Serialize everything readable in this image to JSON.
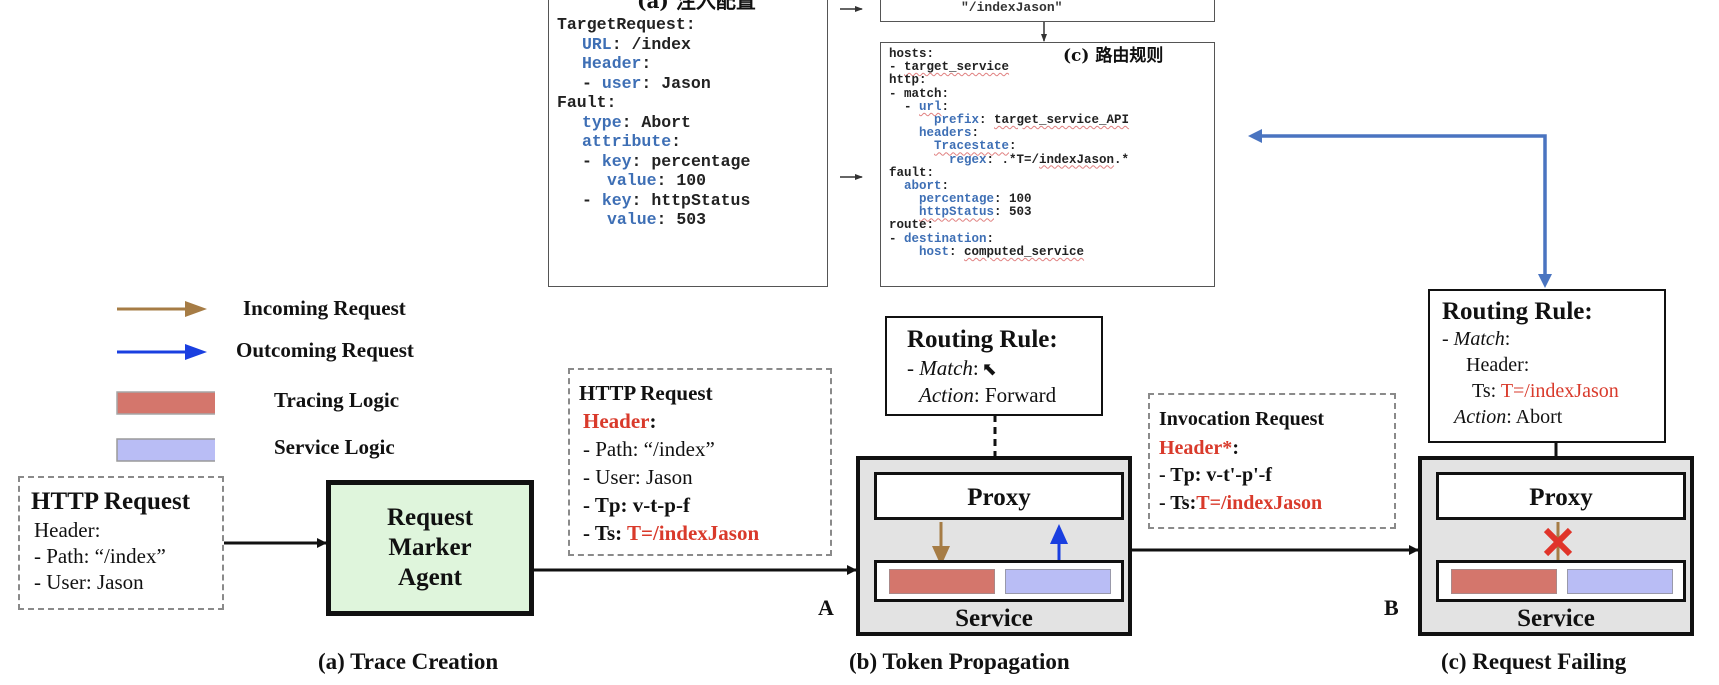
{
  "top_cut_text": "",
  "config_panel": {
    "title": "(a) 注入配置",
    "lines": [
      {
        "parts": [
          {
            "t": "TargetRequest:",
            "c": "k"
          }
        ],
        "indent": 0
      },
      {
        "parts": [
          {
            "t": "URL",
            "c": "b"
          },
          {
            "t": ": /index",
            "c": "k"
          }
        ],
        "indent": 1
      },
      {
        "parts": [
          {
            "t": "Header",
            "c": "b"
          },
          {
            "t": ":",
            "c": "k"
          }
        ],
        "indent": 1
      },
      {
        "parts": [
          {
            "t": "- ",
            "c": "k"
          },
          {
            "t": "user",
            "c": "b"
          },
          {
            "t": ": Jason",
            "c": "k"
          }
        ],
        "indent": 1
      },
      {
        "parts": [
          {
            "t": "Fault:",
            "c": "k"
          }
        ],
        "indent": 0
      },
      {
        "parts": [
          {
            "t": "type",
            "c": "b"
          },
          {
            "t": ": Abort",
            "c": "k"
          }
        ],
        "indent": 1
      },
      {
        "parts": [
          {
            "t": "attribute",
            "c": "b"
          },
          {
            "t": ":",
            "c": "k"
          }
        ],
        "indent": 1
      },
      {
        "parts": [
          {
            "t": "- ",
            "c": "k"
          },
          {
            "t": "key",
            "c": "b"
          },
          {
            "t": ": percentage",
            "c": "k"
          }
        ],
        "indent": 1
      },
      {
        "parts": [
          {
            "t": "value",
            "c": "b"
          },
          {
            "t": ": 100",
            "c": "k"
          }
        ],
        "indent": 2
      },
      {
        "parts": [
          {
            "t": "- ",
            "c": "k"
          },
          {
            "t": "key",
            "c": "b"
          },
          {
            "t": ": httpStatus",
            "c": "k"
          }
        ],
        "indent": 1
      },
      {
        "parts": [
          {
            "t": "value",
            "c": "b"
          },
          {
            "t": ": 503",
            "c": "k"
          }
        ],
        "indent": 2
      }
    ]
  },
  "trace_box": {
    "text": "\"/indexJason\""
  },
  "routing_yaml": {
    "title": "(c) 路由规则",
    "lines": [
      {
        "parts": [
          {
            "t": "hosts:",
            "c": "k"
          }
        ],
        "indent": 0
      },
      {
        "parts": [
          {
            "t": "- ",
            "c": "k"
          },
          {
            "t": "target_service",
            "c": "s"
          }
        ],
        "indent": 0
      },
      {
        "parts": [
          {
            "t": "http:",
            "c": "k"
          }
        ],
        "indent": 0
      },
      {
        "parts": [
          {
            "t": "- match:",
            "c": "k"
          }
        ],
        "indent": 0
      },
      {
        "parts": [
          {
            "t": "- ",
            "c": "k"
          },
          {
            "t": "url",
            "c": "bs"
          },
          {
            "t": ":",
            "c": "k"
          }
        ],
        "indent": 1
      },
      {
        "parts": [
          {
            "t": "prefix",
            "c": "b"
          },
          {
            "t": ": ",
            "c": "k"
          },
          {
            "t": "target_service_API",
            "c": "s"
          }
        ],
        "indent": 3
      },
      {
        "parts": [
          {
            "t": "headers",
            "c": "b"
          },
          {
            "t": ":",
            "c": "k"
          }
        ],
        "indent": 2
      },
      {
        "parts": [
          {
            "t": "Tracestate",
            "c": "bs"
          },
          {
            "t": ":",
            "c": "k"
          }
        ],
        "indent": 3
      },
      {
        "parts": [
          {
            "t": "regex",
            "c": "b"
          },
          {
            "t": ": .*T=/",
            "c": "k"
          },
          {
            "t": "indexJason",
            "c": "s"
          },
          {
            "t": ".*",
            "c": "k"
          }
        ],
        "indent": 4
      },
      {
        "parts": [
          {
            "t": "fault:",
            "c": "k"
          }
        ],
        "indent": 0
      },
      {
        "parts": [
          {
            "t": "abort",
            "c": "b"
          },
          {
            "t": ":",
            "c": "k"
          }
        ],
        "indent": 1
      },
      {
        "parts": [
          {
            "t": "percentage",
            "c": "b"
          },
          {
            "t": ": 100",
            "c": "k"
          }
        ],
        "indent": 2
      },
      {
        "parts": [
          {
            "t": "httpStatus",
            "c": "bs"
          },
          {
            "t": ": 503",
            "c": "k"
          }
        ],
        "indent": 2
      },
      {
        "parts": [
          {
            "t": "route:",
            "c": "k"
          }
        ],
        "indent": 0
      },
      {
        "parts": [
          {
            "t": "- ",
            "c": "k"
          },
          {
            "t": "destination",
            "c": "b"
          },
          {
            "t": ":",
            "c": "k"
          }
        ],
        "indent": 0
      },
      {
        "parts": [
          {
            "t": "host",
            "c": "b"
          },
          {
            "t": ": ",
            "c": "k"
          },
          {
            "t": "computed_service",
            "c": "s"
          }
        ],
        "indent": 2
      }
    ]
  },
  "legend": {
    "items": [
      {
        "label": "Incoming Request",
        "kind": "arrow",
        "color": "#a67c45"
      },
      {
        "label": "Outcoming Request",
        "kind": "arrow",
        "color": "#1a3fe0"
      },
      {
        "label": "Tracing Logic",
        "kind": "swatch",
        "color": "#d4766c"
      },
      {
        "label": "Service Logic",
        "kind": "swatch",
        "color": "#b9bdf5"
      }
    ]
  },
  "http_request_a": {
    "title": "HTTP Request",
    "header": "Header:",
    "path": "- Path: “/index”",
    "user": "- User: Jason"
  },
  "marker_agent": {
    "label_lines": [
      "Request",
      "Marker",
      "Agent"
    ]
  },
  "http_request_b": {
    "title": "HTTP Request",
    "header_label": "Header",
    "header_colon": ":",
    "path": "- Path: “/index”",
    "user": "- User: Jason",
    "tp_label": "- Tp: v-t-p-f",
    "ts_label": "- Ts: ",
    "ts_value": "T=/indexJason"
  },
  "routing_rule_b": {
    "title": "Routing Rule:",
    "match_prefix": "- ",
    "match_label": "Match",
    "match_colon": ":",
    "action_label": "Action",
    "action_value": ": Forward"
  },
  "invocation_request": {
    "title": "Invocation Request",
    "header_label": "Header*",
    "header_colon": ":",
    "tp_label": "- Tp: v-t'-p'-f",
    "ts_label": "- Ts:",
    "ts_value": "T=/indexJason"
  },
  "routing_rule_c": {
    "title": "Routing Rule:",
    "match_prefix": "- ",
    "match_label": "Match",
    "match_colon": ":",
    "header_line": "Header:",
    "ts_label": "Ts: ",
    "ts_value": "T=/indexJason",
    "action_label": "Action",
    "action_value": ":  Abort"
  },
  "node_b": {
    "proxy_label": "Proxy",
    "service_label": "Service",
    "point_label": "A"
  },
  "node_c": {
    "proxy_label": "Proxy",
    "service_label": "Service",
    "point_label": "B"
  },
  "captions": {
    "a": "(a) Trace Creation",
    "b": "(b) Token Propagation",
    "c": "(c) Request Failing"
  },
  "colors": {
    "key_blue": "#3e6fb5",
    "highlight_red": "#d93a2b",
    "agent_fill": "#dff5dc",
    "node_fill": "#e3e3e3",
    "connector_blue": "#4a74c0"
  }
}
